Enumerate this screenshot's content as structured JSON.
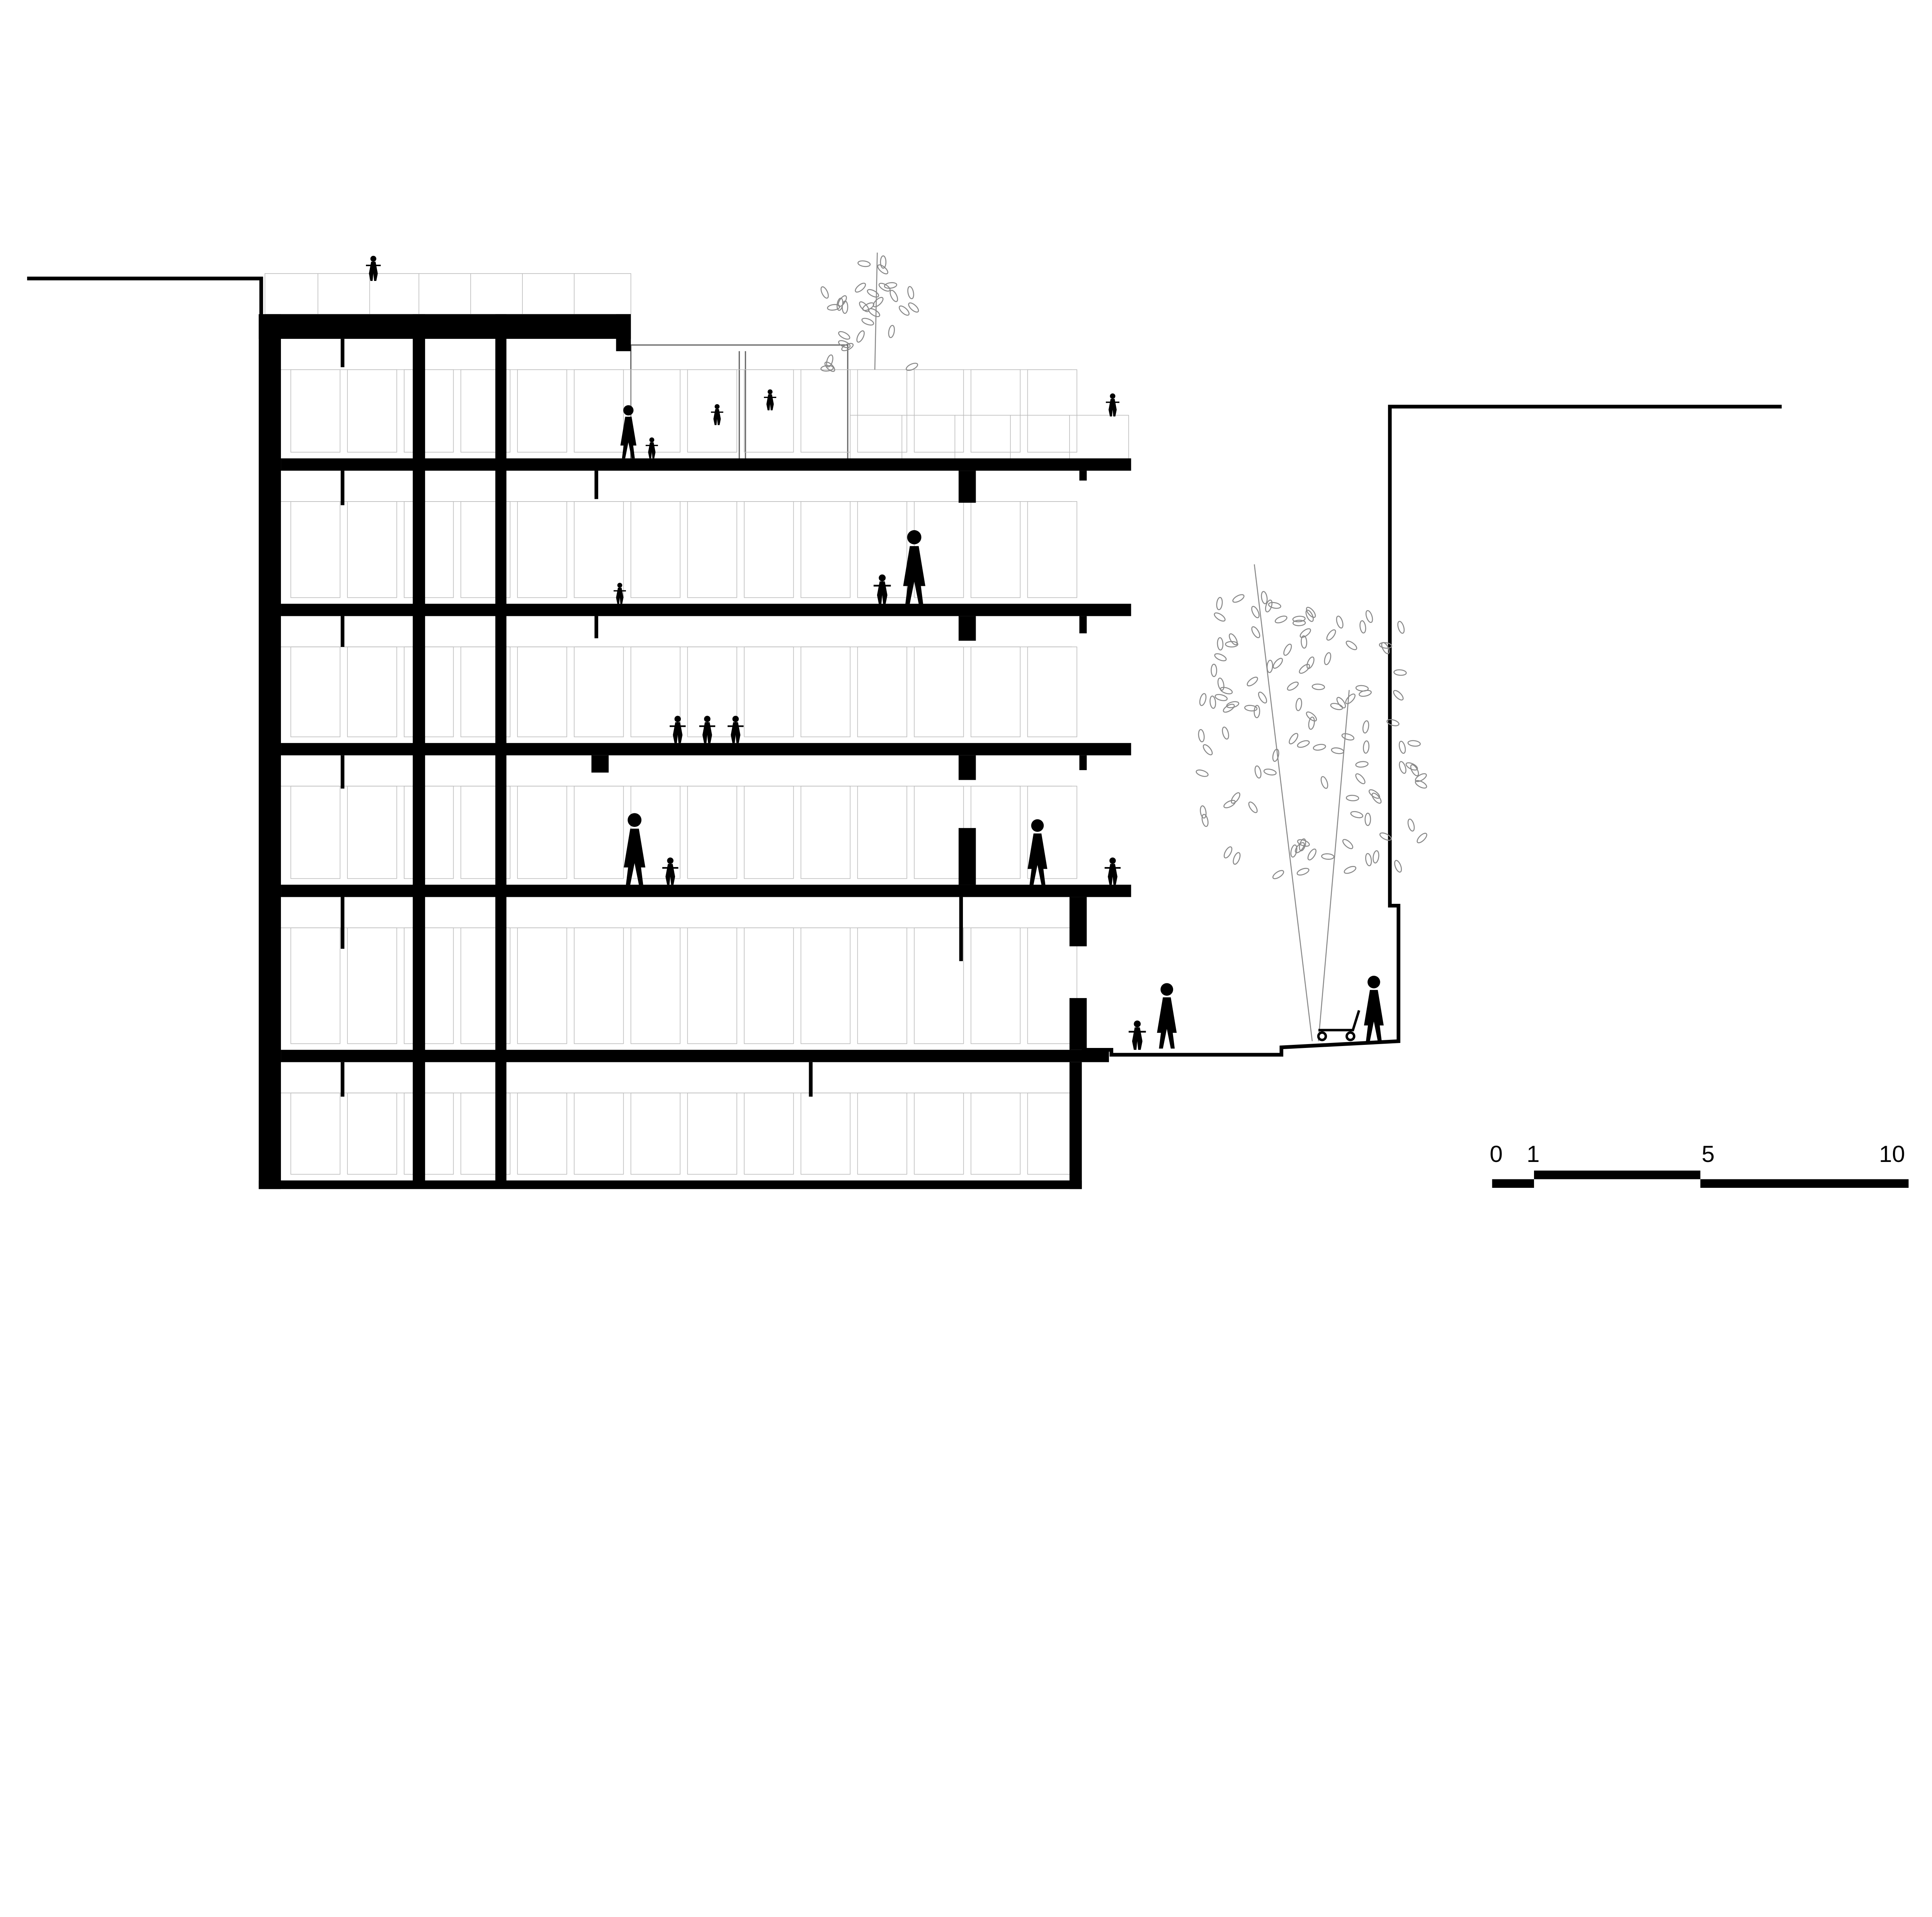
{
  "drawing": {
    "type": "building-section",
    "scale_bar": {
      "labels": [
        "0",
        "1",
        "5",
        "10"
      ],
      "color": "#000000"
    },
    "floors": 6,
    "colors": {
      "structure": "#000000",
      "detail": "#bbbbbb",
      "background": "#ffffff"
    }
  }
}
